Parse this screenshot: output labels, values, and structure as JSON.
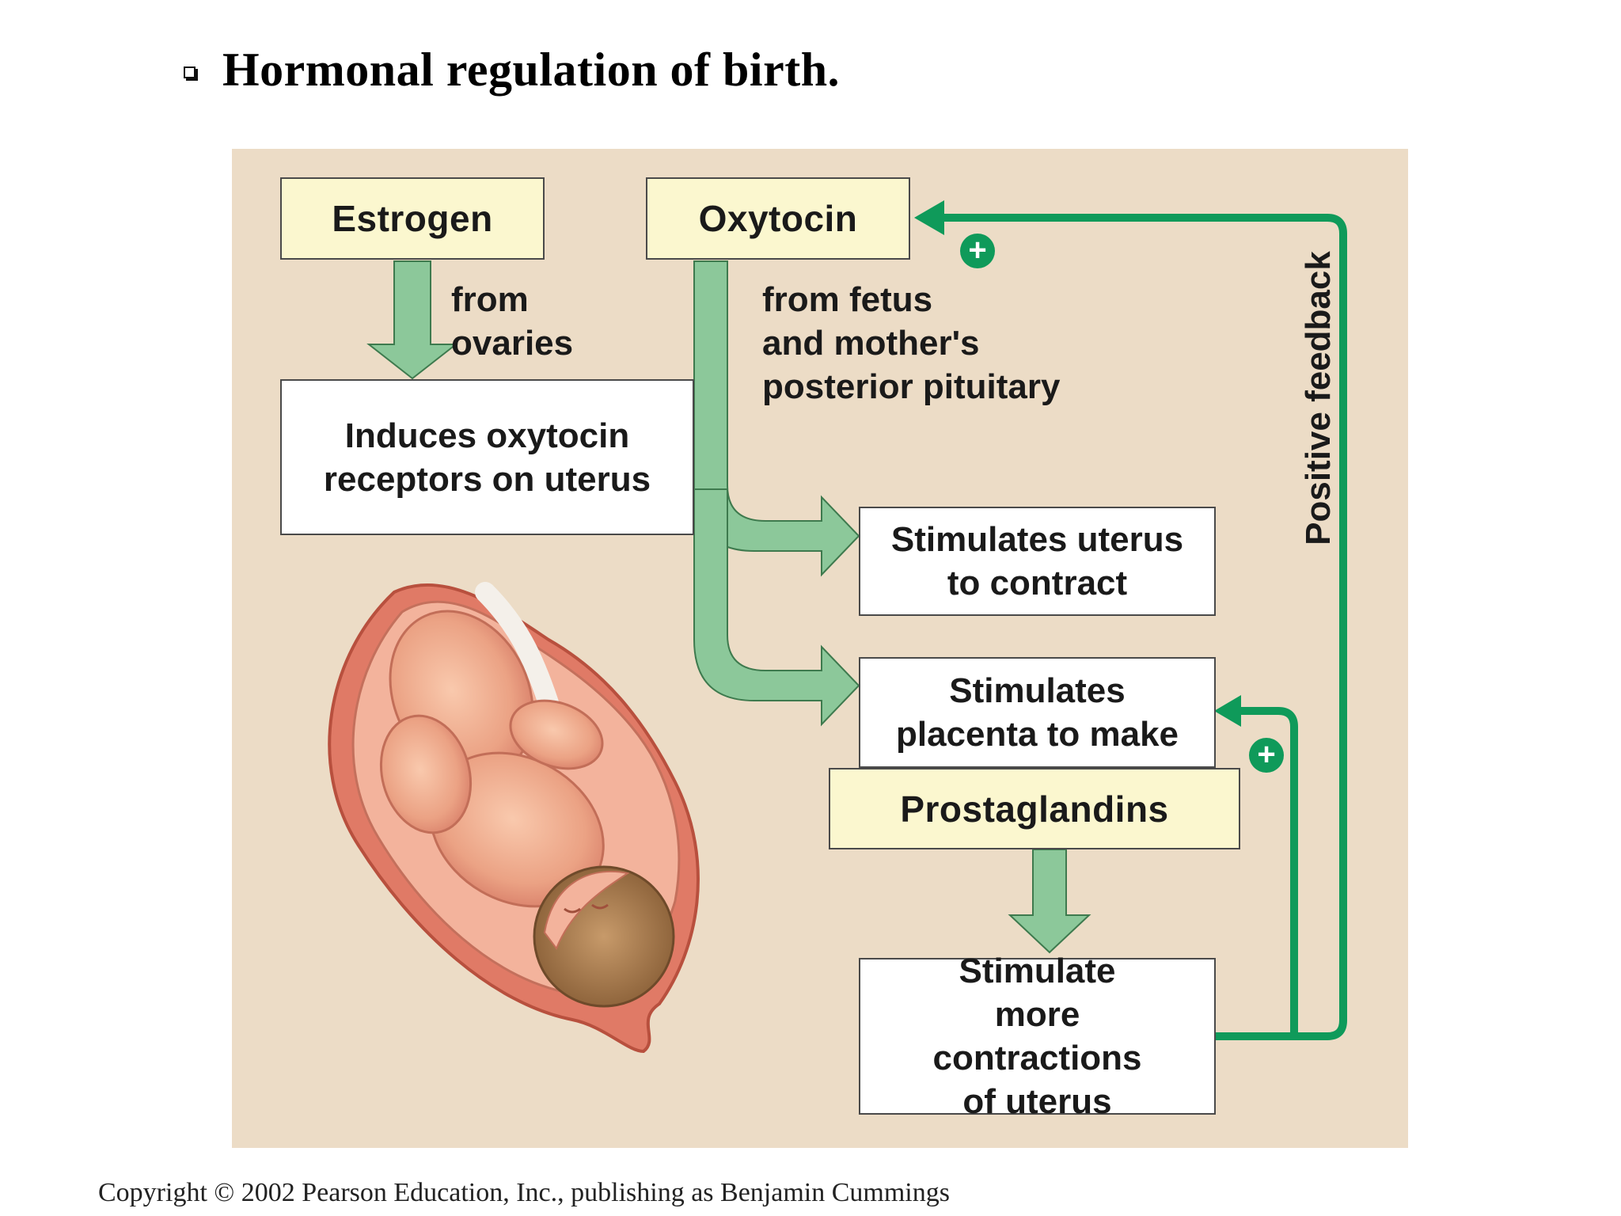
{
  "slide": {
    "title": "Hormonal regulation of birth.",
    "copyright": "Copyright © 2002 Pearson Education, Inc., publishing as Benjamin Cummings"
  },
  "diagram": {
    "hormones": {
      "estrogen": "Estrogen",
      "oxytocin": "Oxytocin",
      "prostaglandins": "Prostaglandins"
    },
    "labels": {
      "from_ovaries": "from\novaries",
      "from_fetus": "from fetus\nand mother's\nposterior pituitary",
      "positive_feedback": "Positive feedback",
      "plus_sign": "+"
    },
    "effects": {
      "induces_receptors": "Induces oxytocin receptors on uterus",
      "stimulates_uterus": "Stimulates uterus to contract",
      "stimulates_placenta": "Stimulates placenta to make",
      "stimulate_more": "Stimulate more contractions of uterus"
    },
    "colors": {
      "background": "#ecdcc6",
      "hormone_box": "#fbf7cf",
      "effect_box": "#ffffff",
      "arrow_fill": "#8cc89a",
      "feedback_line": "#0f9a5a"
    },
    "illustration": "fetus-in-uterus"
  }
}
